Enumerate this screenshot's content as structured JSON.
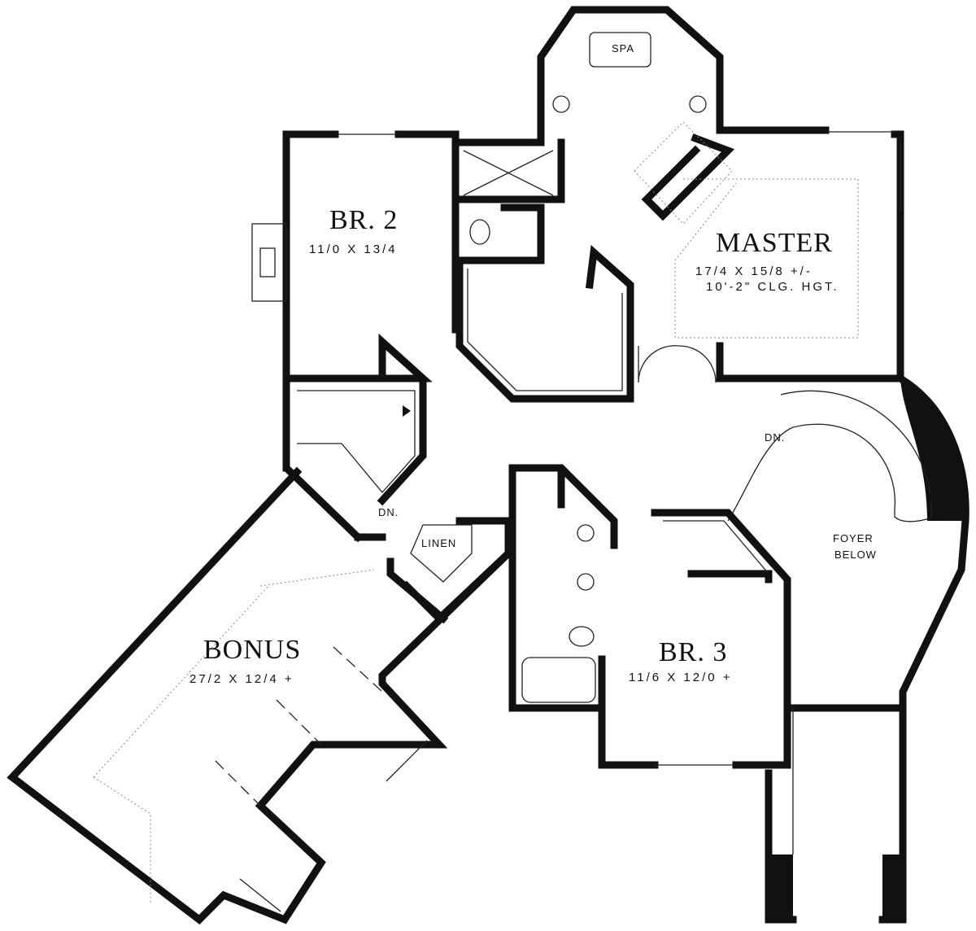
{
  "rooms": {
    "spa": {
      "label": "SPA"
    },
    "br2": {
      "label": "BR. 2",
      "size": "11/0 X 13/4"
    },
    "master": {
      "label": "MASTER",
      "size": "17/4 X 15/8 +/-",
      "ceiling": "10'-2\" CLG. HGT."
    },
    "linen": {
      "label": "LINEN"
    },
    "foyer": {
      "label_line1": "FOYER",
      "label_line2": "BELOW"
    },
    "bonus": {
      "label": "BONUS",
      "size": "27/2 X 12/4 +"
    },
    "br3": {
      "label": "BR. 3",
      "size": "11/6 X 12/0 +"
    }
  },
  "stairs": {
    "dn_left": "DN.",
    "dn_right": "DN."
  }
}
